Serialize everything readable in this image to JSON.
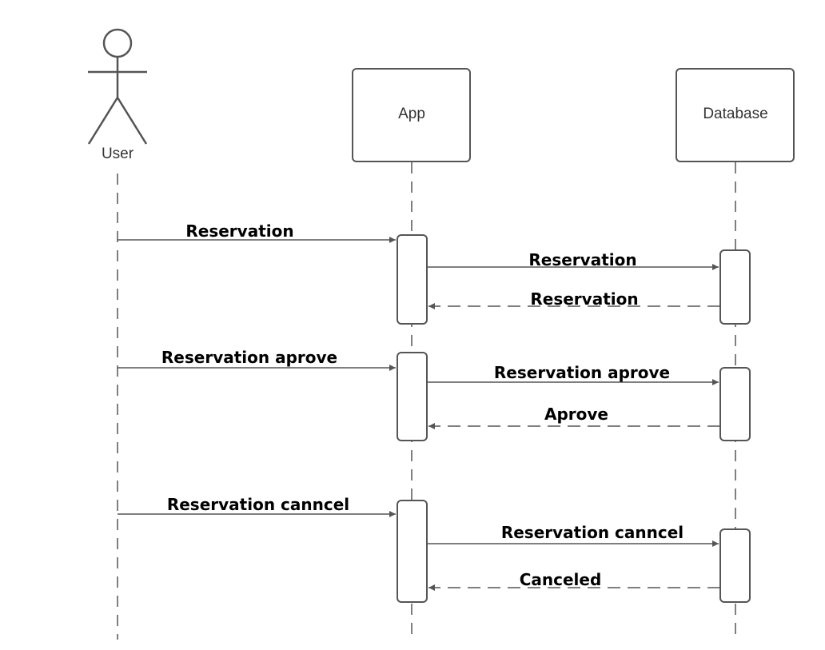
{
  "diagram": {
    "type": "sequence",
    "participants": {
      "user": {
        "label": "User",
        "kind": "actor"
      },
      "app": {
        "label": "App",
        "kind": "box"
      },
      "database": {
        "label": "Database",
        "kind": "box"
      }
    },
    "messages": [
      {
        "from": "user",
        "to": "app",
        "label": "Reservation",
        "style": "solid"
      },
      {
        "from": "app",
        "to": "database",
        "label": "Reservation",
        "style": "solid"
      },
      {
        "from": "database",
        "to": "app",
        "label": "Reservation",
        "style": "dashed"
      },
      {
        "from": "user",
        "to": "app",
        "label": "Reservation aprove",
        "style": "solid"
      },
      {
        "from": "app",
        "to": "database",
        "label": "Reservation aprove",
        "style": "solid"
      },
      {
        "from": "database",
        "to": "app",
        "label": "Aprove",
        "style": "dashed"
      },
      {
        "from": "user",
        "to": "app",
        "label": "Reservation canncel",
        "style": "solid"
      },
      {
        "from": "app",
        "to": "database",
        "label": "Reservation canncel",
        "style": "solid"
      },
      {
        "from": "database",
        "to": "app",
        "label": "Canceled",
        "style": "dashed"
      }
    ],
    "colors": {
      "line": "#555555",
      "box_border": "#555555",
      "text": "#000000"
    }
  }
}
